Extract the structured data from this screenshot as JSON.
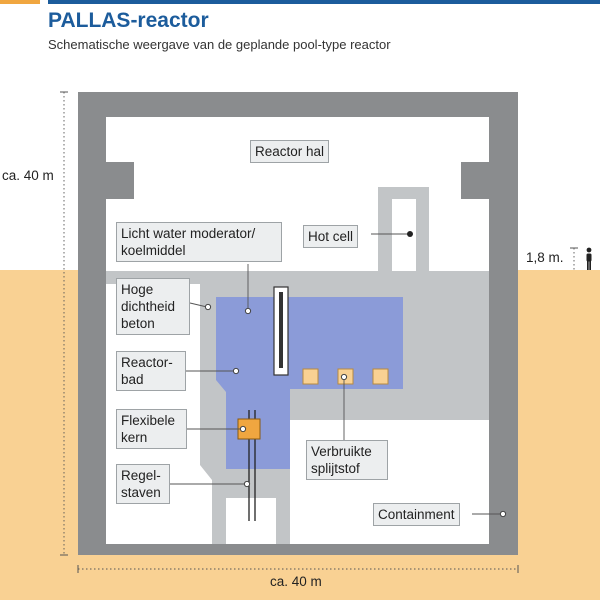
{
  "header": {
    "title": "PALLAS-reactor",
    "subtitle": "Schematische weergave van de geplande pool-type reactor"
  },
  "labels": {
    "reactor_hal": "Reactor hal",
    "hot_cell": "Hot cell",
    "licht_water": "Licht water moderator/ koelmiddel",
    "hoge_dichtheid": "Hoge dichtheid beton",
    "reactorbad": "Reactor-bad",
    "flexibele_kern": "Flexibele kern",
    "regelstaven": "Regel-staven",
    "verbruikte_splijtstof": "Verbruikte splijtstof",
    "containment": "Containment"
  },
  "dimensions": {
    "height": "ca. 40 m",
    "width": "ca. 40 m",
    "person_height": "1,8 m."
  },
  "colors": {
    "title_blue": "#1c5c9c",
    "accent_orange": "#f0a640",
    "ground": "#f9d193",
    "wall_dark_gray": "#8a8c8e",
    "concrete_light_gray": "#c2c5c7",
    "water_blue": "#8b9bd8",
    "fuel_orange": "#f0a640",
    "label_bg": "#eceeef"
  }
}
